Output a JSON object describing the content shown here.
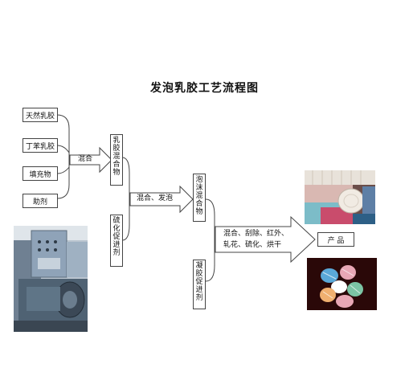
{
  "diagram": {
    "title": "发泡乳胶工艺流程图",
    "inputs": [
      "天然乳胶",
      "丁苯乳胶",
      "填充物",
      "助剂"
    ],
    "step1_label": "混合",
    "latex_mix": "乳胶混合物",
    "vulcanizer": "硫化促进剂",
    "step2_label": "混合、发泡",
    "foam_mix": "泡沫混合物",
    "gel_agent": "凝胶促进剂",
    "step3_line1": "混合、刮除、红外、",
    "step3_line2": "轧花、硫化、烘干",
    "product": "产  品"
  },
  "colors": {
    "line": "#444444",
    "machine_blue": "#8fa3b8",
    "foam_colors": [
      "#5aa8d8",
      "#e8a7b5",
      "#ffffff",
      "#7cc4a4",
      "#f0b070"
    ]
  }
}
